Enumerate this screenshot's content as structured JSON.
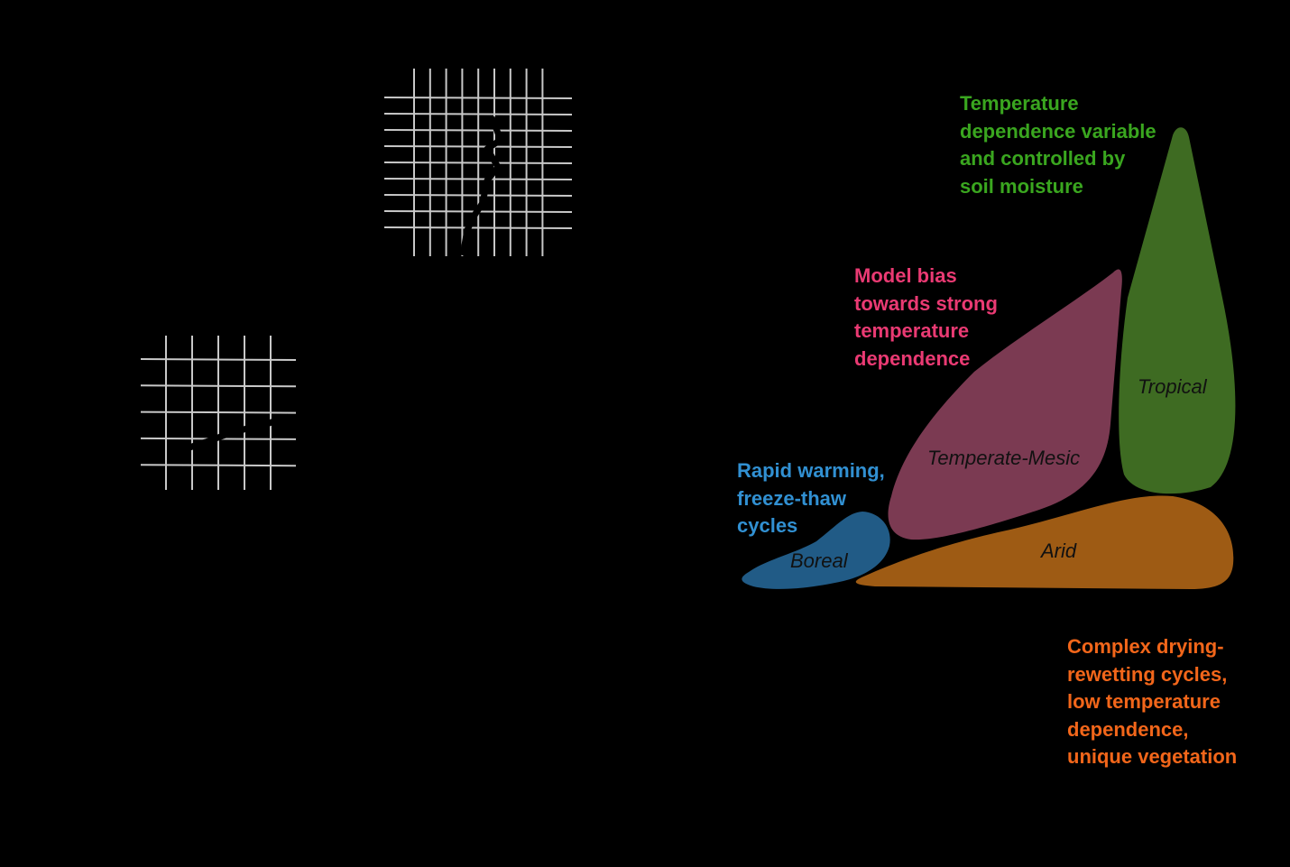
{
  "colors": {
    "tropical": "#3e6b22",
    "temperate": "#7b3a52",
    "boreal": "#215b86",
    "arid": "#9e5b14",
    "tropical_text": "#3aa61f",
    "temperate_text": "#ea3a73",
    "boreal_text": "#3190d2",
    "arid_text": "#f2661a",
    "grid": "#c8c8c8"
  },
  "biomes": {
    "tropical": "Tropical",
    "temperate": "Temperate-Mesic",
    "boreal": "Boreal",
    "arid": "Arid"
  },
  "notes": {
    "tropical": [
      "Temperature",
      "dependence variable",
      "and controlled by",
      "soil moisture"
    ],
    "temperate": [
      "Model bias",
      "towards strong",
      "temperature",
      "dependence"
    ],
    "boreal": [
      "Rapid warming,",
      "freeze-thaw",
      "cycles"
    ],
    "arid": [
      "Complex drying-",
      "rewetting cycles,",
      "low temperature",
      "dependence,",
      "unique vegetation"
    ]
  }
}
